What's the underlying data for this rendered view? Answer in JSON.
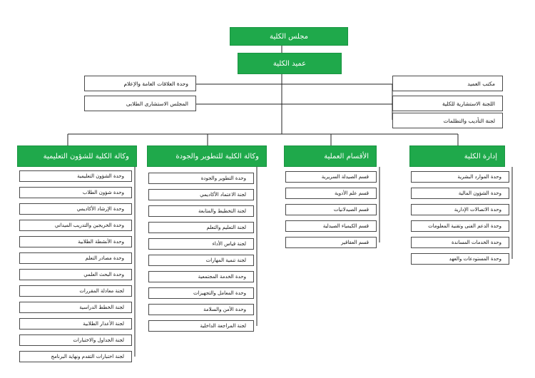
{
  "top": {
    "council": "مجلس الكلية",
    "dean": "عميد الكلية"
  },
  "side_left": [
    "وحدة العلاقات العامة والإعلام",
    "المجلس الاستشارى الطلابى"
  ],
  "side_right": [
    "مكتب العميد",
    "اللجنة الاستشارية للكلية",
    "لجنة التأديب والتظلمات"
  ],
  "columns": [
    {
      "title": "وكالة الكلية للشؤون التعليمية",
      "items": [
        "وحدة الشؤون التعليمية",
        "وحدة شؤون الطلاب",
        "وحدة الإرشاد الأكاديمي",
        "وحدة الخريجين والتدريب الميداني",
        "وحدة الأنشطة الطلابية",
        "وحدة مصادر التعلم",
        "وحدة البحث العلمي",
        "لجنة معادلة المقررات",
        "لجنة الخطط الدراسية",
        "لجنة الأعذار الطلابية",
        "لجنة الجداول والاختبارات",
        "لجنة اختبارات التقدم ونهاية البرنامج"
      ]
    },
    {
      "title": "وكالة الكلية للتطوير والجودة",
      "items": [
        "وحدة التطوير والجودة",
        "لجنة الاعتماد الأكاديمي",
        "لجنة التخطيط والمتابعة",
        "لجنة التعليم والتعلم",
        "لجنة قياس الأداء",
        "لجنة تنمية المهارات",
        "وحدة الخدمة المجتمعية",
        "وحدة المعامل والتجهيزات",
        "وحدة الأمن والسلامة",
        "لجنة المراجعة الداخلية"
      ]
    },
    {
      "title": "الأقسام العملية",
      "items": [
        "قسم الصيدلة السريرية",
        "قسم علم الأدوية",
        "قسم الصيدلانيات",
        "قسم الكيمياء الصيدلية",
        "قسم العقاقير"
      ]
    },
    {
      "title": "إدارة الكلية",
      "items": [
        "وحدة الموارد البشرية",
        "وحدة الشؤون المالية",
        "وحدة الاتصالات الإدارية",
        "وحدة الدعم الفنى وتقنية المعلومات",
        "وحدة الخدمات المساندة",
        "وحدة المستودعات والعهد"
      ]
    }
  ],
  "colors": {
    "green": "#1fa94b",
    "line": "#222222"
  }
}
